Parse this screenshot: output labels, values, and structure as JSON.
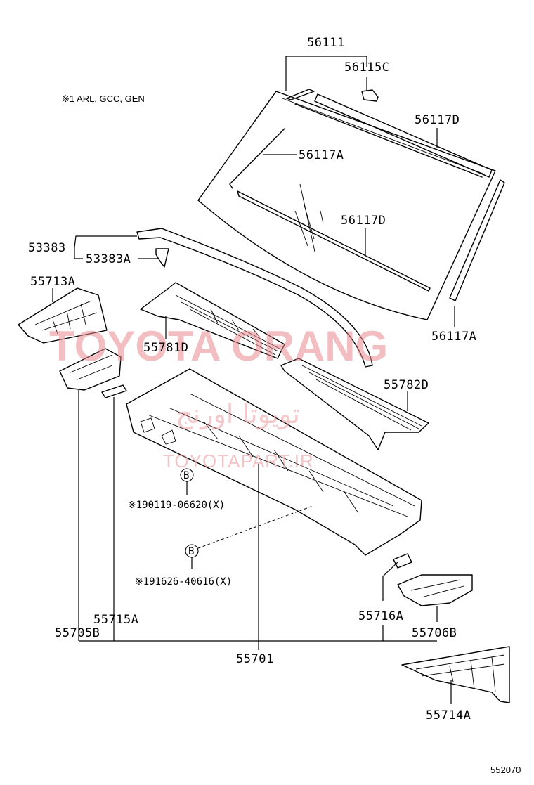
{
  "note": "※1   ARL, GCC, GEN",
  "labels": {
    "p56111": "56111",
    "p56115C": "56115C",
    "p56117D_top": "56117D",
    "p56117A_inner": "56117A",
    "p56117D_inner": "56117D",
    "p56117A_side": "56117A",
    "p53383": "53383",
    "p53383A": "53383A",
    "p55713A": "55713A",
    "p55781D": "55781D",
    "p55782D": "55782D",
    "bolt1": "※190119-06620(X)",
    "bolt2": "※191626-40616(X)",
    "p55715A": "55715A",
    "p55705B": "55705B",
    "p55716A": "55716A",
    "p55706B": "55706B",
    "p55701": "55701",
    "p55714A": "55714A",
    "callout_b1": "B",
    "callout_b2": "B"
  },
  "figure_id": "552070",
  "watermark": {
    "main": "TOYOTA ORANG",
    "arabic": "تويوتا اورنج",
    "site": "TOYOTAPART.IR"
  }
}
